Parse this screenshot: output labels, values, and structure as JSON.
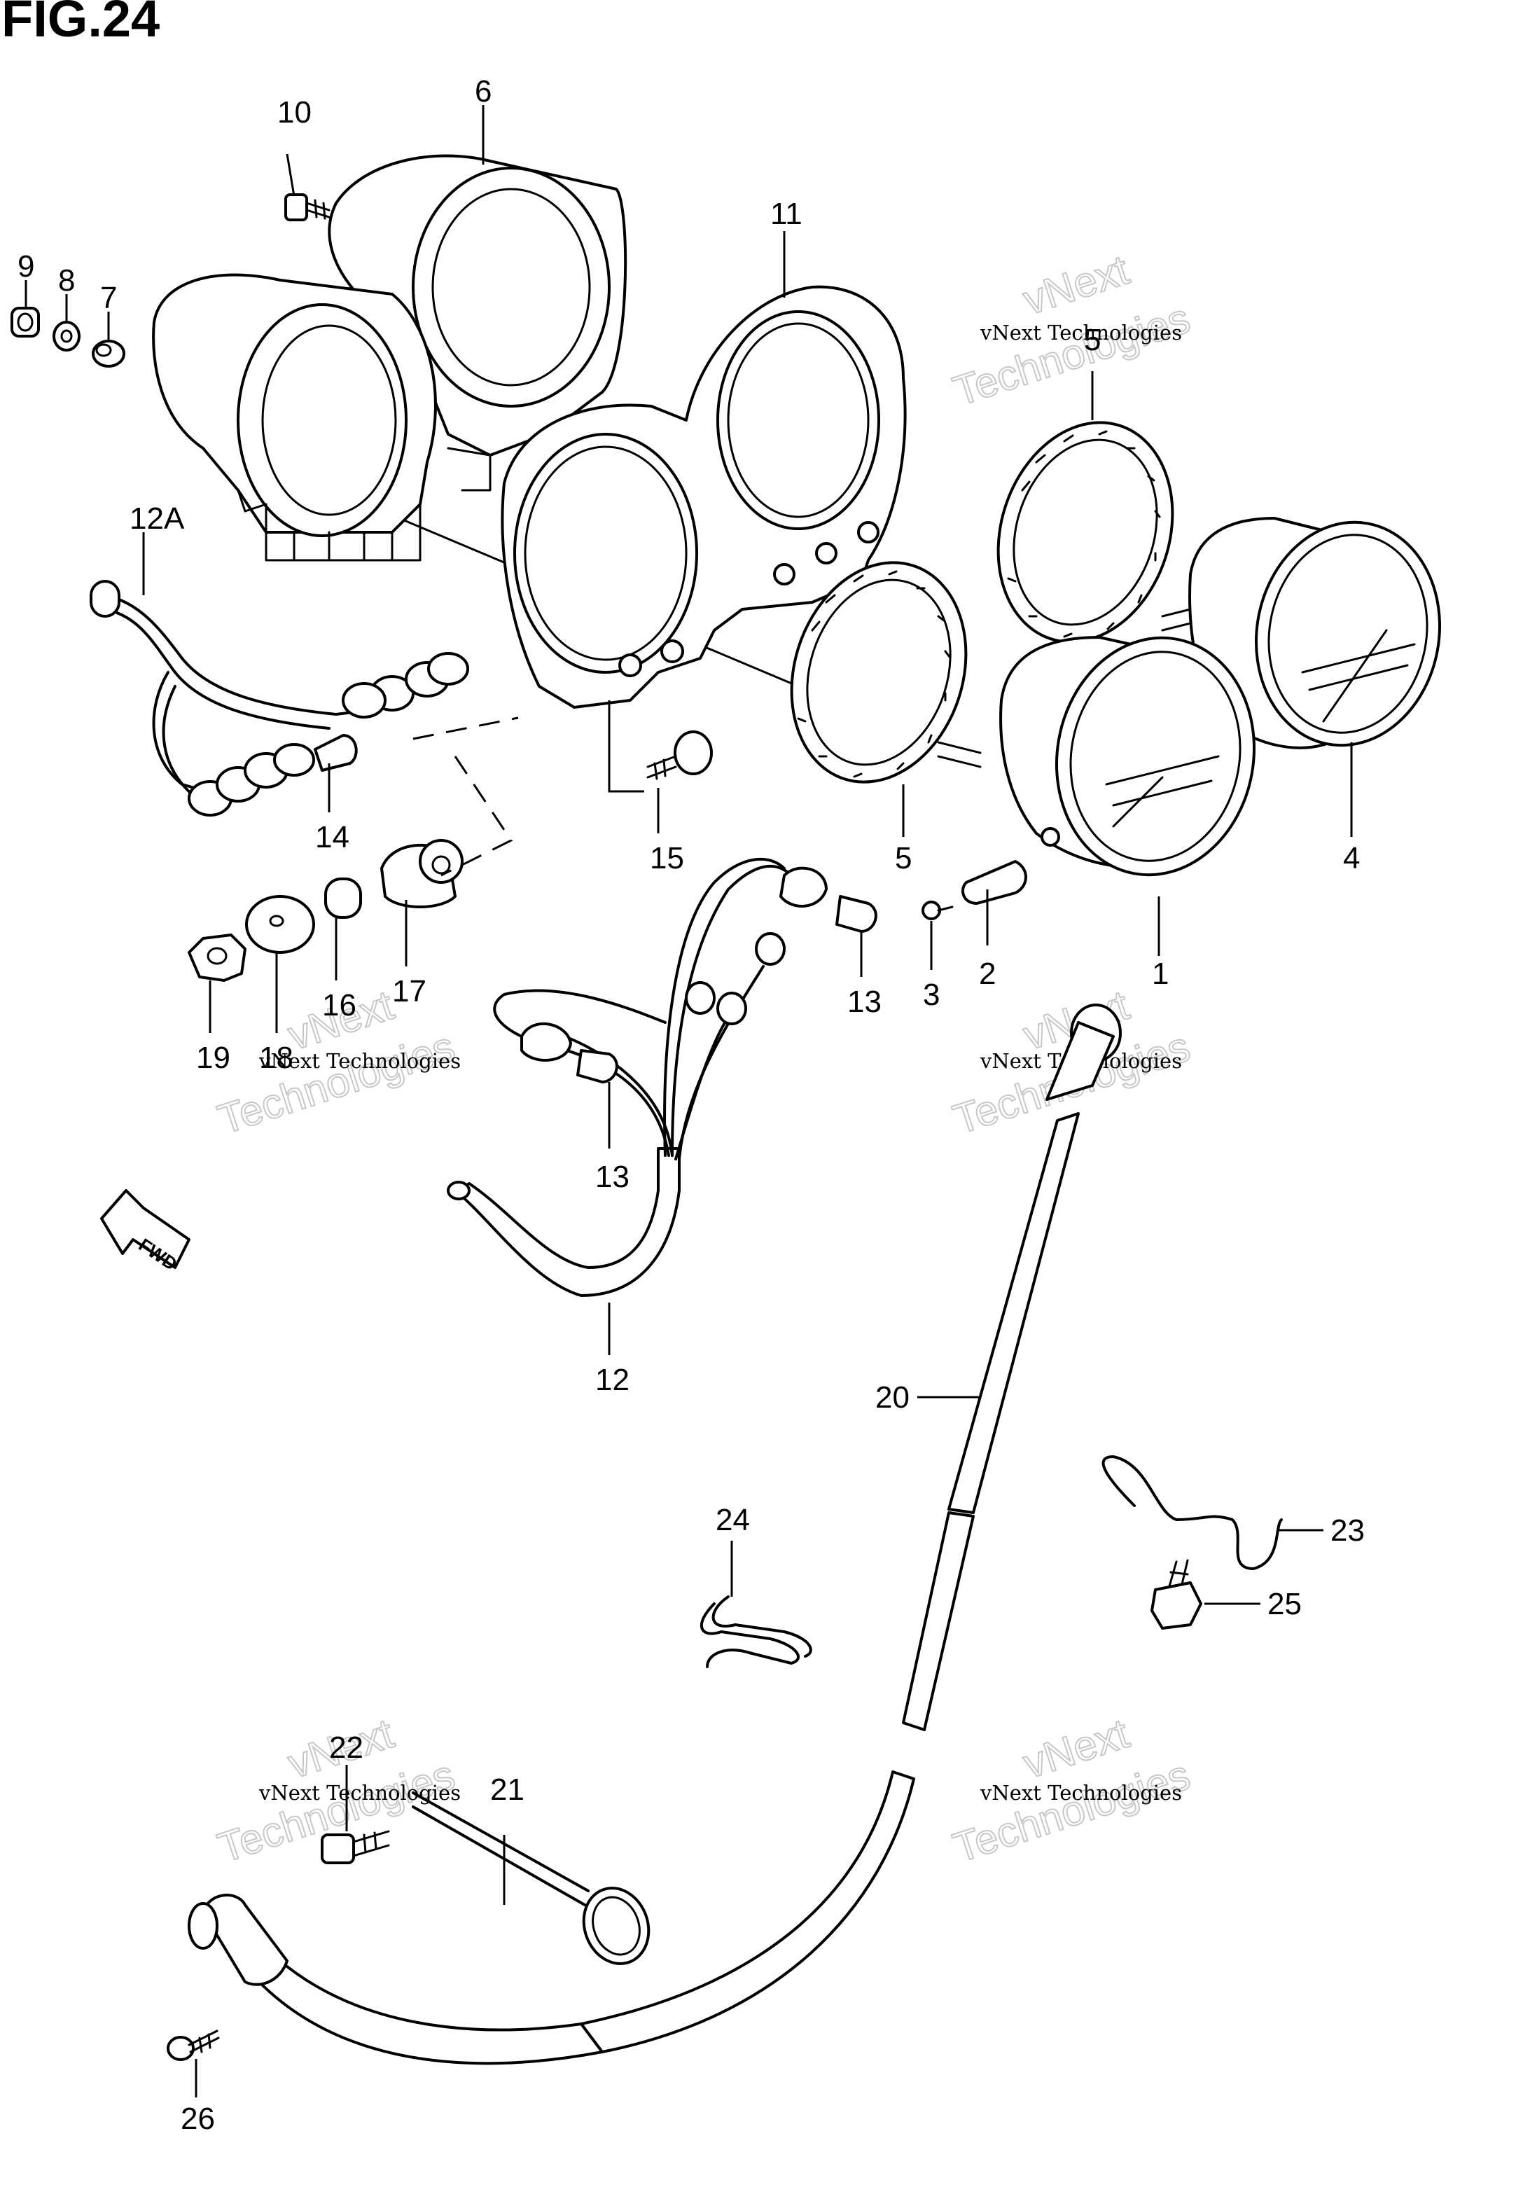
{
  "figure": {
    "title": "FIG.24"
  },
  "callouts": {
    "c1": "1",
    "c2": "2",
    "c3": "3",
    "c4": "4",
    "c5a": "5",
    "c5b": "5",
    "c6": "6",
    "c7": "7",
    "c8": "8",
    "c9": "9",
    "c10": "10",
    "c11": "11",
    "c12": "12",
    "c12a": "12A",
    "c13a": "13",
    "c13b": "13",
    "c14": "14",
    "c15": "15",
    "c16": "16",
    "c17": "17",
    "c18": "18",
    "c19": "19",
    "c20": "20",
    "c21": "21",
    "c22": "22",
    "c23": "23",
    "c24": "24",
    "c25": "25",
    "c26": "26"
  },
  "fwd_marker": {
    "label": "FWD"
  },
  "watermark": {
    "line1": "vNext Technologies",
    "big_top": "vNext",
    "big_bottom": "Technologies"
  }
}
